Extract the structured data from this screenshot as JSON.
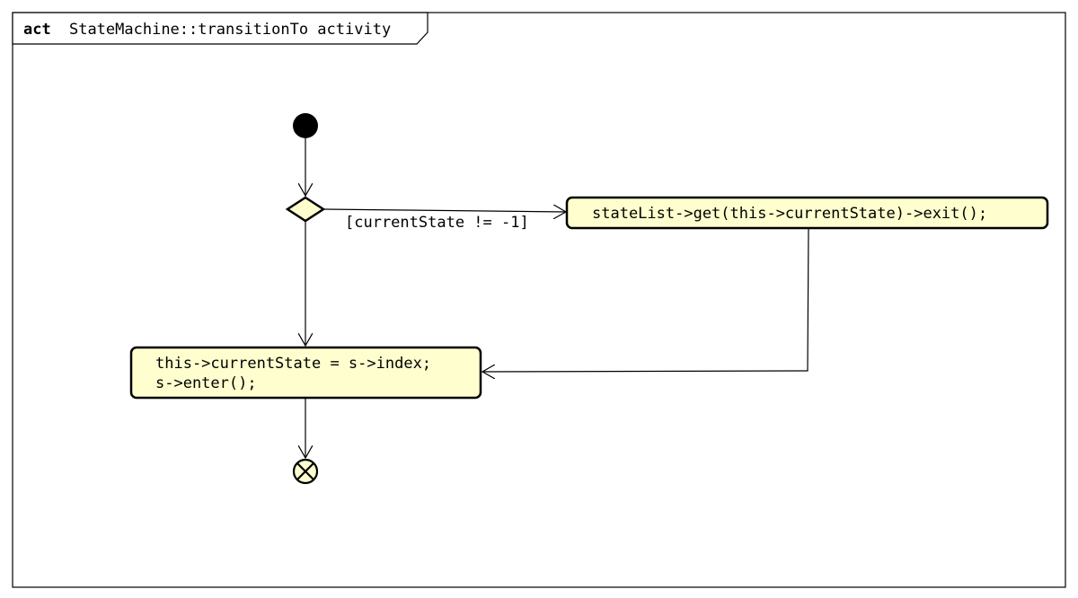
{
  "frame": {
    "keyword": "act",
    "name": "StateMachine::transitionTo activity"
  },
  "nodes": {
    "exit_action": {
      "label": "stateList->get(this->currentState)->exit();"
    },
    "enter_action": {
      "line1": "this->currentState = s->index;",
      "line2": "s->enter();"
    }
  },
  "edges": {
    "decision_guard": "[currentState != -1]"
  },
  "colors": {
    "action_fill": "#FEFECE",
    "stroke": "#000000",
    "background": "#FFFFFF"
  }
}
